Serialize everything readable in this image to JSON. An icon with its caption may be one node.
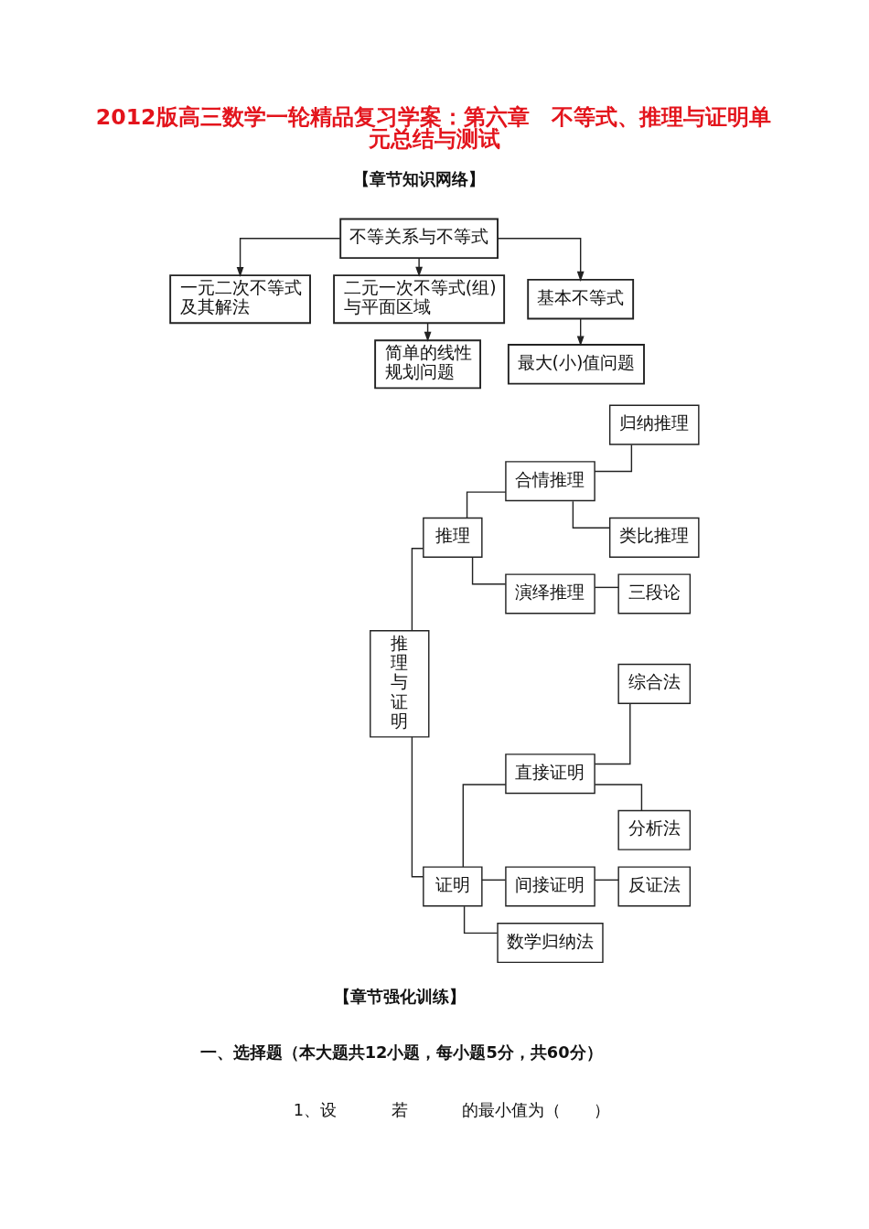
{
  "diagram": {
    "title": "2012版高三数学一轮精品复习学案：第六章　不等式、推理与证明单元总结与测试",
    "nodes": [
      {
        "text": [
          "不等关系与不等式"
        ]
      },
      {
        "text": [
          "一元二次不等式及其解法"
        ]
      },
      {
        "text": [
          "二元一次不等式(组)与平面区域"
        ]
      },
      {
        "text": [
          "基本不等式"
        ]
      },
      {
        "text": [
          "简单的线性规划问题"
        ]
      },
      {
        "text": [
          "最大(小)值问题"
        ]
      },
      {
        "text": [
          "推理与证明"
        ]
      },
      {
        "text": [
          "推理"
        ]
      },
      {
        "text": [
          "合情推理"
        ]
      },
      {
        "text": [
          "归纳推理"
        ]
      },
      {
        "text": [
          "类比推理"
        ]
      },
      {
        "text": [
          "演绎推理"
        ]
      },
      {
        "text": [
          "三段论"
        ]
      },
      {
        "text": [
          "证明"
        ]
      },
      {
        "text": [
          "直接证明"
        ]
      },
      {
        "text": [
          "综合法"
        ]
      },
      {
        "text": [
          "分析法"
        ]
      },
      {
        "text": [
          "间接证明"
        ]
      },
      {
        "text": [
          "反证法"
        ]
      },
      {
        "text": [
          "数学归纳法"
        ]
      }
    ],
    "edges": [
      {
        "from": 0,
        "to": 1,
        "arrow": "to"
      },
      {
        "from": 0,
        "to": 2,
        "arrow": "to"
      },
      {
        "from": 0,
        "to": 3,
        "arrow": "to"
      },
      {
        "from": 2,
        "to": 4,
        "arrow": "to"
      },
      {
        "from": 3,
        "to": 5,
        "arrow": "to"
      },
      {
        "from": 6,
        "to": 7,
        "arrow": "none"
      },
      {
        "from": 6,
        "to": 13,
        "arrow": "none"
      },
      {
        "from": 7,
        "to": 8,
        "arrow": "none"
      },
      {
        "from": 7,
        "to": 11,
        "arrow": "none"
      },
      {
        "from": 8,
        "to": 9,
        "arrow": "none"
      },
      {
        "from": 8,
        "to": 10,
        "arrow": "none"
      },
      {
        "from": 11,
        "to": 12,
        "arrow": "none"
      },
      {
        "from": 13,
        "to": 14,
        "arrow": "none"
      },
      {
        "from": 13,
        "to": 17,
        "arrow": "none"
      },
      {
        "from": 13,
        "to": 19,
        "arrow": "none"
      },
      {
        "from": 14,
        "to": 15,
        "arrow": "none"
      },
      {
        "from": 14,
        "to": 16,
        "arrow": "none"
      },
      {
        "from": 17,
        "to": 18,
        "arrow": "none"
      }
    ],
    "labels": [
      "【章节知识网络】",
      "【章节强化训练】",
      "一、选择题（本大题共12小题，每小题5分，共60分）",
      "1、设",
      "若",
      "的最小值为（　　）"
    ]
  }
}
